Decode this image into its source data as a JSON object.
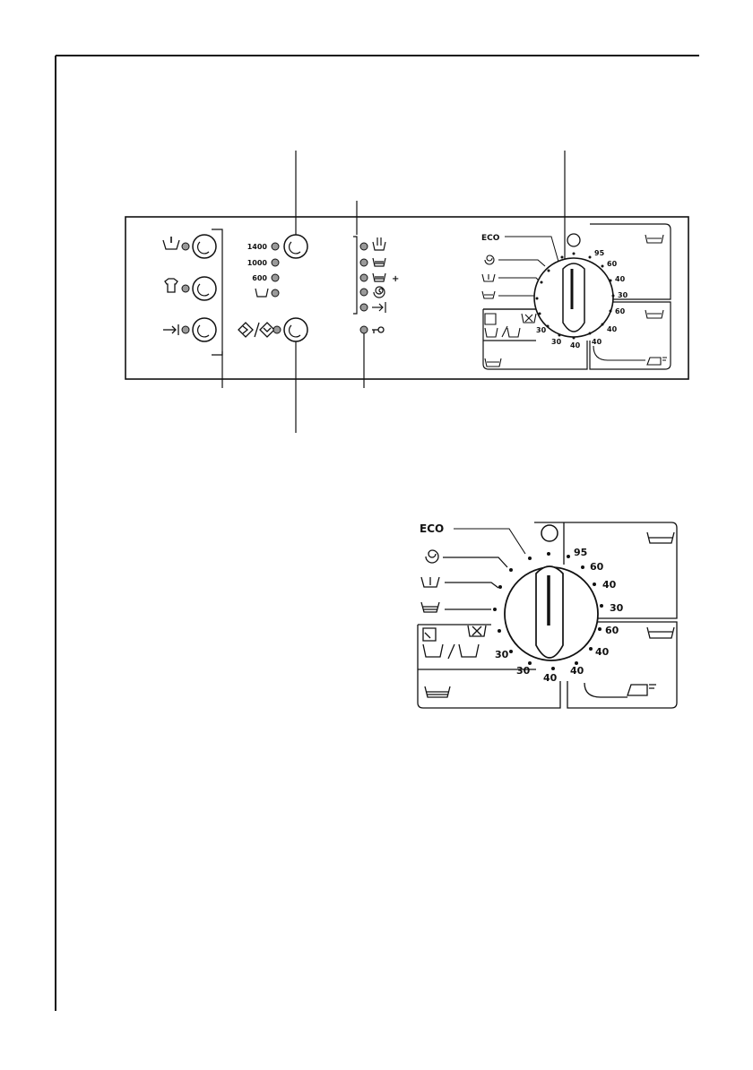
{
  "panel": {
    "eco_label": "ECO",
    "spin_speeds": [
      "1400",
      "1000",
      "600"
    ],
    "dial_temps": {
      "r95": "95",
      "r60a": "60",
      "r40a": "40",
      "r30": "30",
      "r60b": "60",
      "r40b": "40",
      "b40a": "40",
      "b40b": "40",
      "l30a": "30",
      "l30b": "30"
    },
    "option_plus": "+"
  },
  "colors": {
    "line": "#111111",
    "led": "#9a9a9a"
  }
}
